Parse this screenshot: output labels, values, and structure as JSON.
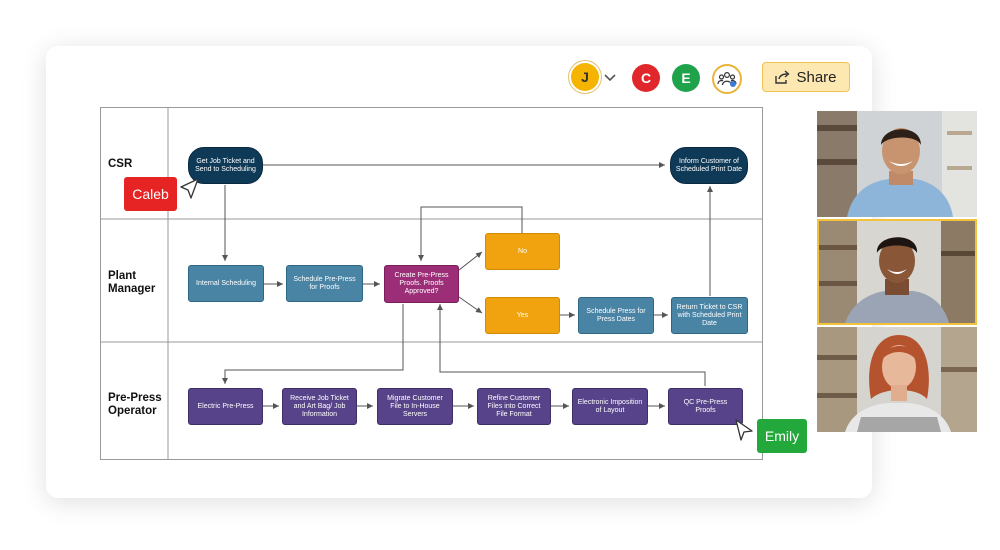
{
  "header": {
    "avatars": [
      {
        "initial": "J",
        "color": "#f4b400"
      },
      {
        "initial": "C",
        "color": "#e0282c"
      },
      {
        "initial": "E",
        "color": "#1fa34a"
      }
    ],
    "share_label": "Share"
  },
  "lanes": [
    "CSR",
    "Plant\nManager",
    "Pre-Press\nOperator"
  ],
  "nodes": {
    "get_job_ticket": "Get Job Ticket and Send to Scheduling",
    "inform_customer": "Inform Customer of Scheduled Print Date",
    "internal_scheduling": "Internal Scheduling",
    "schedule_prepress": "Schedule Pre-Press for Proofs",
    "create_prepress": "Create Pre-Press Proofs. Proofs Approved?",
    "no": "No",
    "yes": "Yes",
    "schedule_press": "Schedule Press for Press Dates",
    "return_ticket": "Return Ticket to CSR with Scheduled Print Date",
    "electric_prepress": "Electric Pre-Press",
    "receive_job": "Receive Job Ticket and Art Bag/ Job Information",
    "migrate_customer": "Migrate Customer File to In-House Servers",
    "refine_customer": "Refine Customer Files into Correct File Format",
    "electronic_imposition": "Electronic Imposition of Layout",
    "qc_prepress": "QC Pre-Press Proofs"
  },
  "cursors": {
    "caleb": {
      "label": "Caleb",
      "color": "#e62424"
    },
    "emily": {
      "label": "Emily",
      "color": "#23a93b"
    }
  },
  "video_participants": [
    {
      "role": "video-tile-1"
    },
    {
      "role": "video-tile-2",
      "active": true
    },
    {
      "role": "video-tile-3"
    }
  ]
}
